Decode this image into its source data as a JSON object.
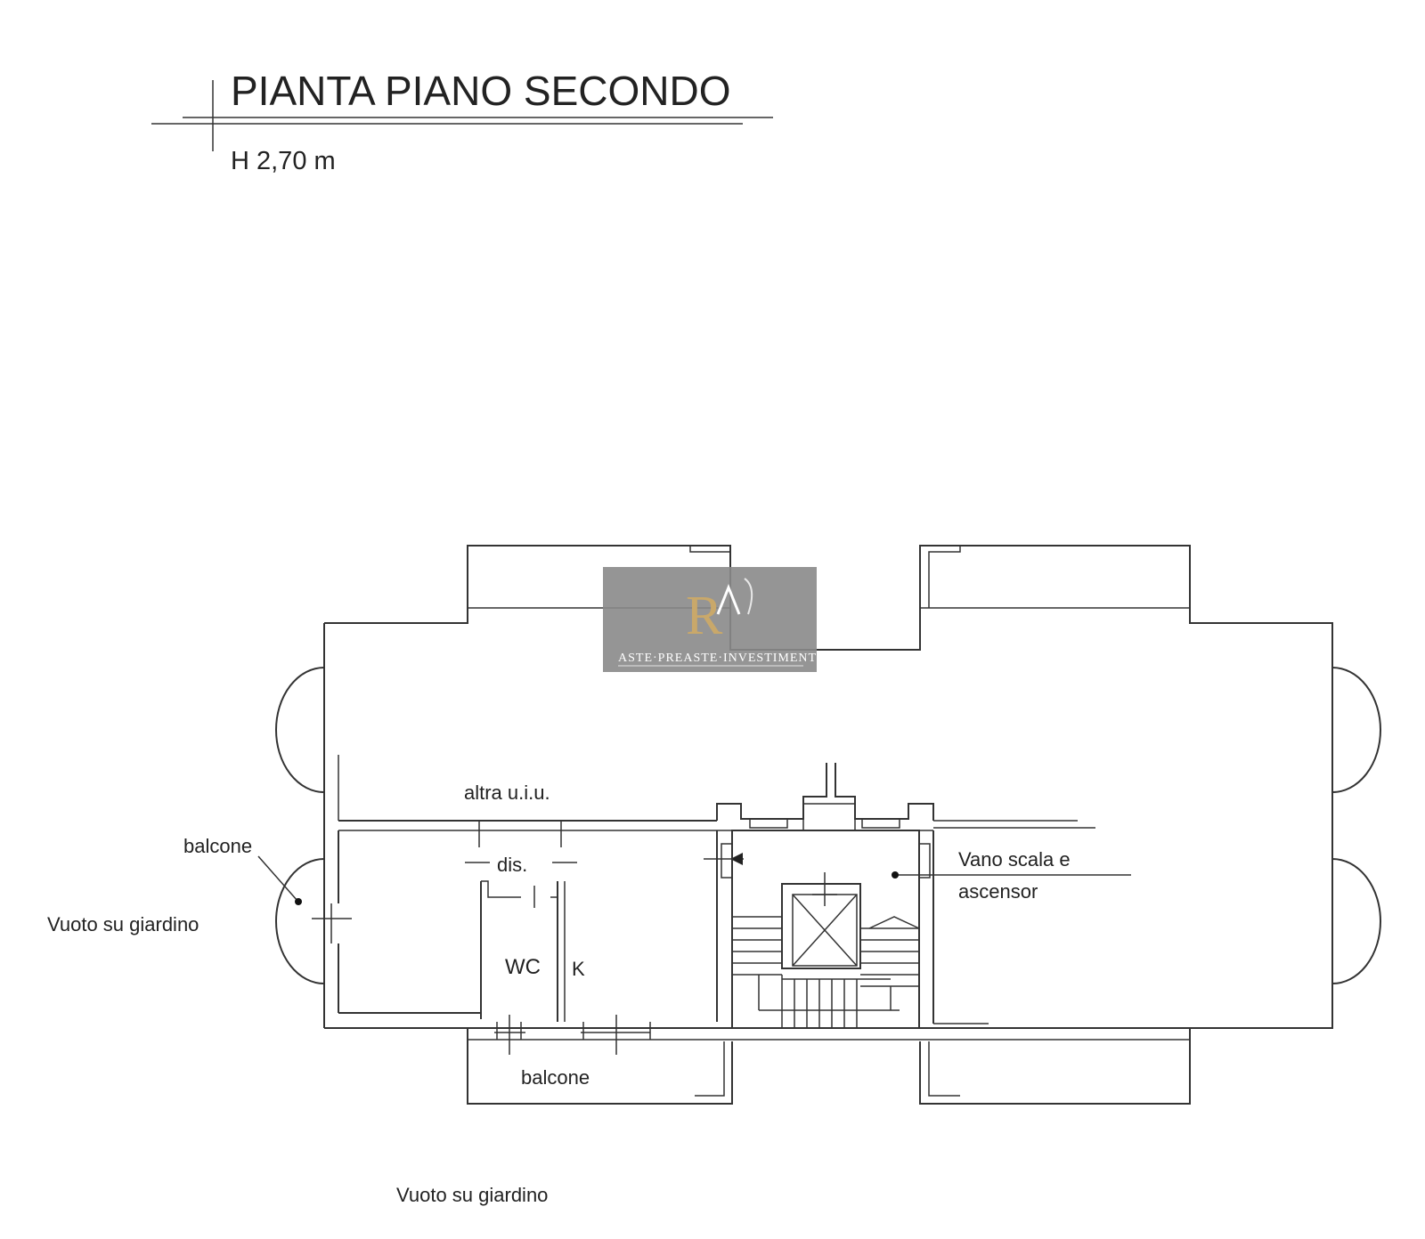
{
  "title": "PIANTA PIANO SECONDO",
  "height_label": "H 2,70 m",
  "labels": {
    "altra_uiu": "altra u.i.u.",
    "balcone_left": "balcone",
    "vuoto_left": "Vuoto su giardino",
    "dis": "dis.",
    "wc": "WC",
    "k": "K",
    "vano_scala_line1": "Vano scala e",
    "vano_scala_line2": "ascensor",
    "balcone_bottom": "balcone",
    "vuoto_bottom": "Vuoto su giardino"
  },
  "watermark": {
    "logo_text": "R",
    "caption": "ASTE·PREASTE·INVESTIMENTI",
    "bg_color": "#8a8a8a",
    "accent_color": "#c9a86a"
  }
}
